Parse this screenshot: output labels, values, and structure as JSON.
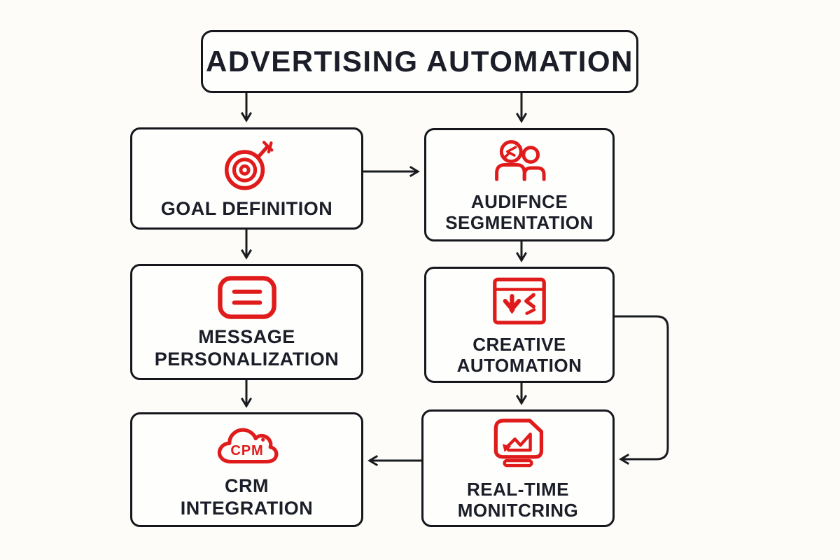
{
  "colors": {
    "bg": "#fdfcf9",
    "box-bg": "#fefefc",
    "border": "#15171d",
    "ink": "#1b1e28",
    "line": "#191b1f",
    "accent": "#e01b1b"
  },
  "title": {
    "label": "ADVERTISING AUTOMATION"
  },
  "nodes": {
    "goal": {
      "line1": "GOAL DEFINITION",
      "line2": "",
      "icon": "target-icon"
    },
    "audience": {
      "line1": "AUDIFNCE",
      "line2": "SEGMENTATION",
      "icon": "people-icon"
    },
    "message": {
      "line1": "MESSAGE",
      "line2": "PERSONALIZATION",
      "icon": "message-icon"
    },
    "creative": {
      "line1": "CREATIVE",
      "line2": "AUTOMATION",
      "icon": "browser-window-icon"
    },
    "crm": {
      "line1": "CRM",
      "line2": "INTEGRATION",
      "icon": "cloud-icon",
      "icon_text": "CPM"
    },
    "realtime": {
      "line1": "REAL-TIME",
      "line2": "MONITCRING",
      "icon": "monitor-chart-icon"
    }
  },
  "edges": [
    {
      "from": "title",
      "to": "goal"
    },
    {
      "from": "title",
      "to": "audience"
    },
    {
      "from": "goal",
      "to": "audience"
    },
    {
      "from": "goal",
      "to": "message"
    },
    {
      "from": "audience",
      "to": "creative"
    },
    {
      "from": "message",
      "to": "crm"
    },
    {
      "from": "creative",
      "to": "realtime"
    },
    {
      "from": "creative",
      "to": "realtime",
      "via": "right-side-loop"
    },
    {
      "from": "realtime",
      "to": "crm"
    }
  ]
}
